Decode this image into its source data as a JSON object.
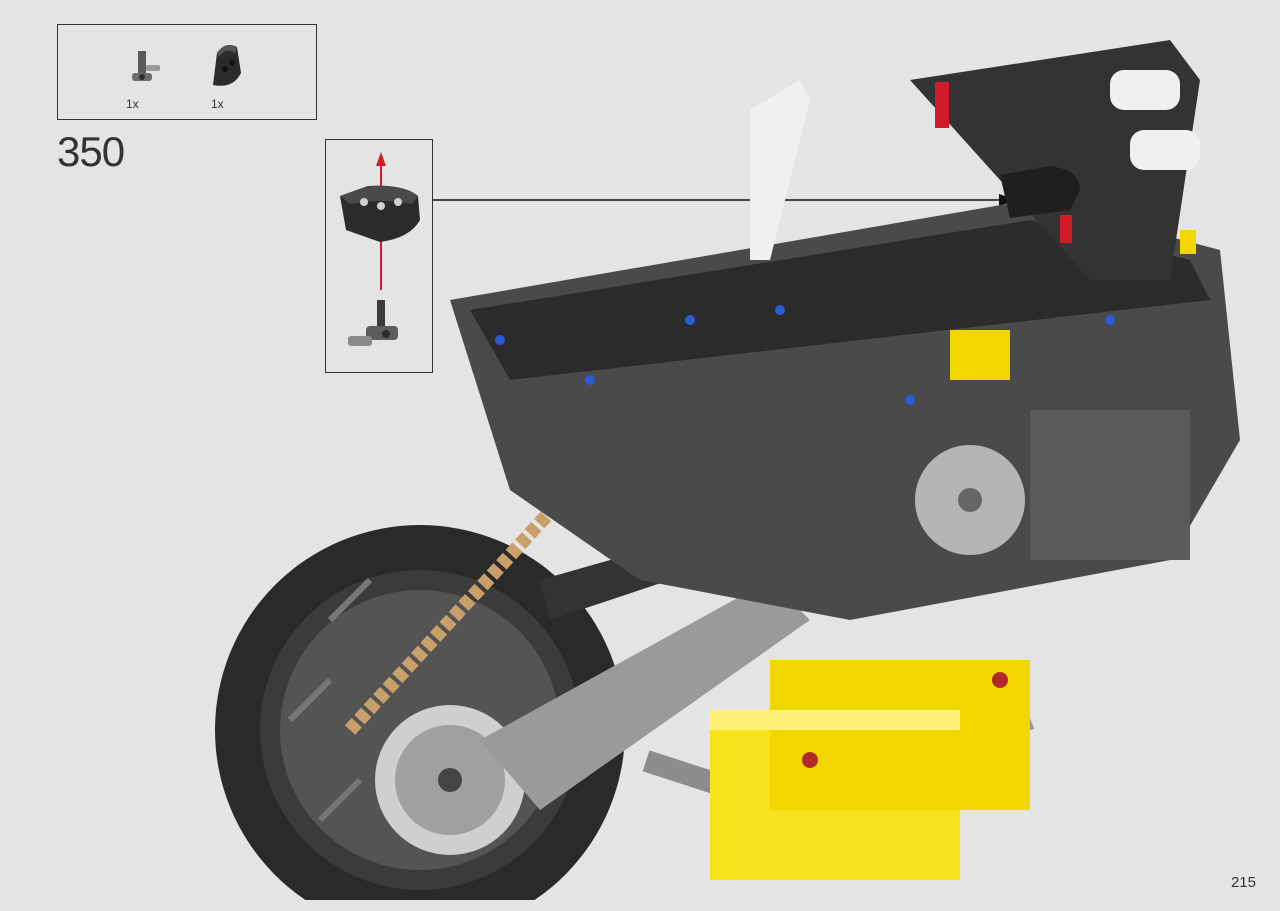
{
  "step": {
    "number": "350"
  },
  "parts_list": [
    {
      "id": "axle-pin-connector",
      "qty": "1x"
    },
    {
      "id": "thick-liftarm-triangle",
      "qty": "1x"
    }
  ],
  "page": {
    "number": "215"
  },
  "colors": {
    "background": "#e4e4e4",
    "dark_part": "#2b2b2b",
    "grey_part": "#8a8a8a",
    "yellow_stand": "#f7e21b",
    "blue_spring": "#2a5bd7",
    "red_arrow": "#d21b2a",
    "gold_chain": "#caa06a"
  }
}
